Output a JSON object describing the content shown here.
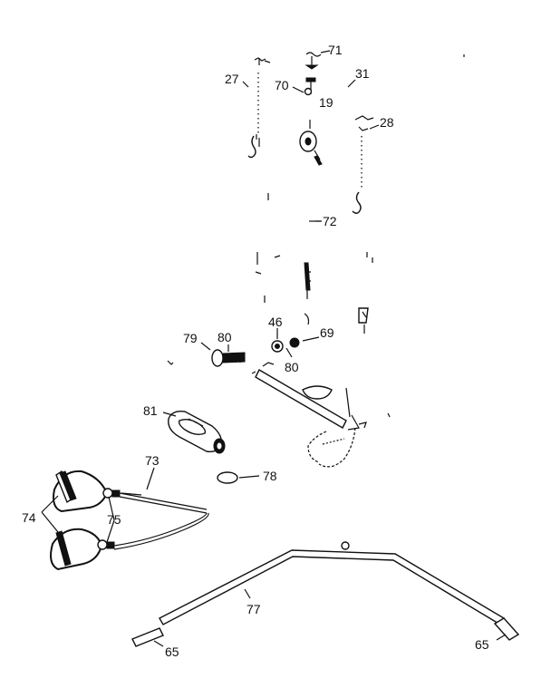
{
  "diagram": {
    "labels": [
      {
        "id": "27",
        "text": "27"
      },
      {
        "id": "71",
        "text": "71"
      },
      {
        "id": "70",
        "text": "70"
      },
      {
        "id": "19",
        "text": "19"
      },
      {
        "id": "31",
        "text": "31"
      },
      {
        "id": "28",
        "text": "28"
      },
      {
        "id": "72",
        "text": "72"
      },
      {
        "id": "46",
        "text": "46"
      },
      {
        "id": "69",
        "text": "69"
      },
      {
        "id": "79",
        "text": "79"
      },
      {
        "id": "80a",
        "text": "80"
      },
      {
        "id": "80b",
        "text": "80"
      },
      {
        "id": "81",
        "text": "81"
      },
      {
        "id": "73",
        "text": "73"
      },
      {
        "id": "78",
        "text": "78"
      },
      {
        "id": "74",
        "text": "74"
      },
      {
        "id": "75",
        "text": "75"
      },
      {
        "id": "77",
        "text": "77"
      },
      {
        "id": "65a",
        "text": "65"
      },
      {
        "id": "65b",
        "text": "65"
      }
    ]
  }
}
